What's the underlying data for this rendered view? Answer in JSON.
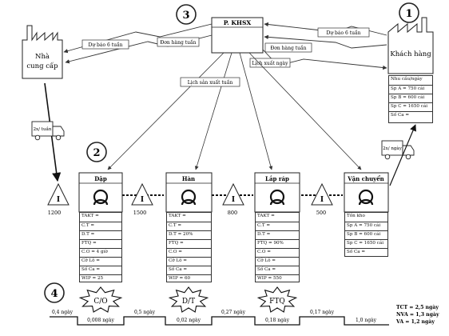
{
  "markers": [
    "1",
    "2",
    "3",
    "4"
  ],
  "control": {
    "title": "P. KHSX"
  },
  "supplier": {
    "label_line1": "Nhà",
    "label_line2": "cung cấp"
  },
  "customer": {
    "label": "Khách hàng",
    "demand": [
      "Nhu cầu/ngày",
      "Sp A = 750 cái",
      "Sp B = 600 cái",
      "Sp C = 1650 cái",
      "Số Ca ="
    ]
  },
  "info_labels": {
    "forecast_supplier": "Dự báo 6 tuần",
    "order_supplier": "Đơn hàng tuần",
    "forecast_customer": "Dự báo 6 tuần",
    "order_customer": "Đơn hàng tuần",
    "daily_shipping": "Lịch xuất ngày",
    "production_schedule": "Lịch sản xuất tuần"
  },
  "trucks": {
    "supplier_freq": "2x/ tuần",
    "customer_freq": "2x/ ngày"
  },
  "inventory": {
    "symbol": "I",
    "initial": "1200",
    "between": [
      "1500",
      "800",
      "500"
    ]
  },
  "processes": [
    {
      "name": "Dập",
      "fields": [
        "TAKT =",
        "C.T =",
        "D.T =",
        "FTQ =",
        "C.O = 4 giờ",
        "Cỡ Lô =",
        "Số Ca =",
        "WIP = 25"
      ]
    },
    {
      "name": "Hàn",
      "fields": [
        "TAKT =",
        "C.T =",
        "D.T = 20%",
        "FTQ =",
        "C.O =",
        "Cỡ Lô =",
        "Số Ca =",
        "WIP = 60"
      ]
    },
    {
      "name": "Lắp ráp",
      "fields": [
        "TAKT =",
        "C.T =",
        "D.T =",
        "FTQ = 90%",
        "C.O =",
        "Cỡ Lô =",
        "Số Ca =",
        "WIP = 550"
      ]
    },
    {
      "name": "Vận chuyển",
      "fields": [
        "Tồn kho",
        "Sp A = 750 cái",
        "Sp B = 600 cái",
        "Sp C = 1650 cái",
        "Số Ca ="
      ]
    }
  ],
  "kaizen_bursts": [
    "C/O",
    "D/T",
    "FTQ"
  ],
  "timeline": {
    "wait_times": [
      "0,4 ngày",
      "0,5 ngày",
      "0,27 ngày",
      "0,17 ngày"
    ],
    "process_times": [
      "0,008 ngày",
      "0,02 ngày",
      "0,18 ngày",
      "1,0 ngày"
    ]
  },
  "summary": [
    "TCT = 2,5 ngày",
    "NVA = 1,3 ngày",
    "VA = 1,2 ngày"
  ]
}
